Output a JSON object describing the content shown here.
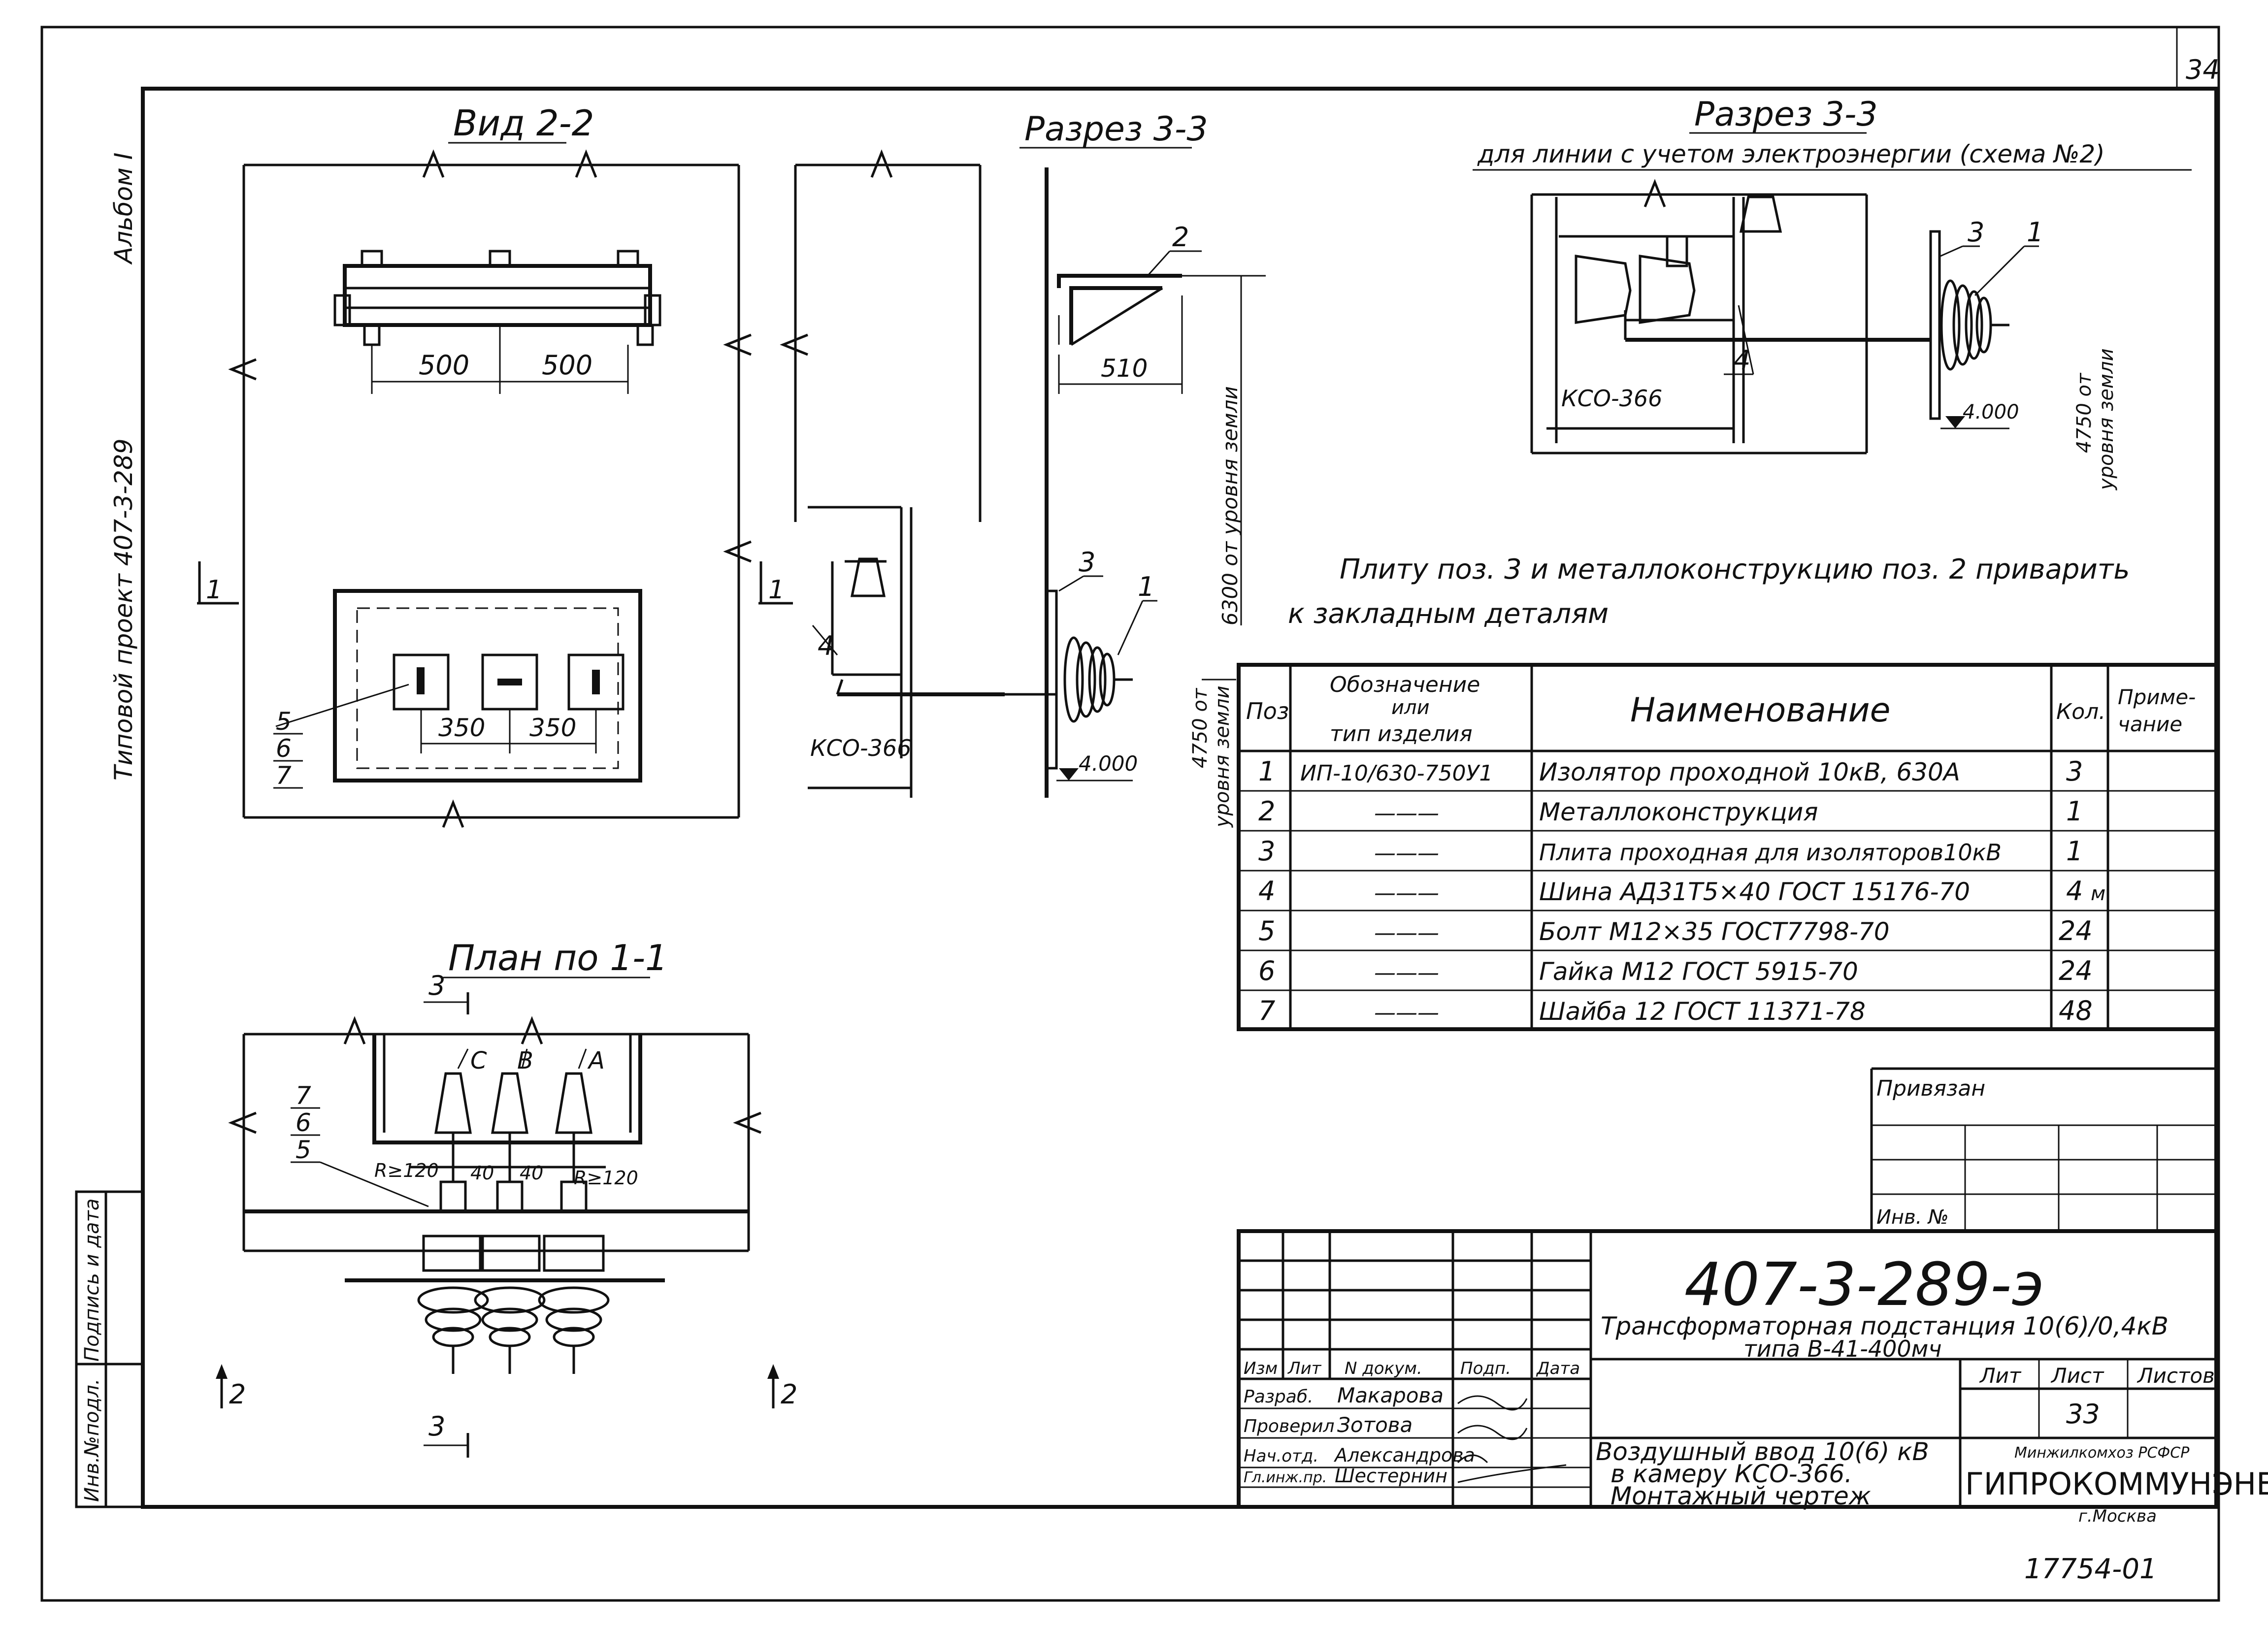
{
  "sheet_corner_number": "34",
  "side_stamps": {
    "album": "Альбом I",
    "project": "Типовой проект 407-3-289",
    "signature_date": "Подпись и дата",
    "inventory_original": "Инв.№подл."
  },
  "views": {
    "view_2_2": {
      "title": "Вид 2-2",
      "dim_a": "500",
      "dim_b": "500",
      "dim_c": "350",
      "dim_d": "350",
      "callouts": [
        "5",
        "6",
        "7"
      ],
      "section_mark": "1"
    },
    "section_3_3": {
      "title": "Разрез 3-3",
      "dim_510": "510",
      "label_kso": "КСО-366",
      "level_mark": "4.000",
      "height_6300": "6300 от уровня земли",
      "height_4750_top": "4750 от",
      "height_4750_bottom": "уровня земли",
      "callouts": [
        "1",
        "2",
        "3",
        "4"
      ],
      "section_mark": "1"
    },
    "section_3_3_scheme2": {
      "title": "Разрез 3-3",
      "subtitle": "для линии с учетом электроэнергии (схема №2)",
      "label_kso": "КСО-366",
      "level_mark": "4.000",
      "height_4750_top": "4750 от",
      "height_4750_bottom": "уровня земли",
      "callouts": [
        "1",
        "3",
        "4"
      ]
    },
    "plan_1_1": {
      "title": "План по 1-1",
      "phases": [
        "C",
        "B",
        "A"
      ],
      "radius_left": "R≥120",
      "radius_right": "R≥120",
      "gap_left": "40",
      "gap_right": "40",
      "callouts": [
        "7",
        "6",
        "5"
      ],
      "section_mark_top": "3",
      "section_mark_bottom": "3",
      "view_mark_left": "2",
      "view_mark_right": "2"
    }
  },
  "note": {
    "line1": "Плиту поз. 3 и металлоконструкцию поз. 2  приварить",
    "line2": "к  закладным   деталям"
  },
  "spec_table": {
    "headers": {
      "pos": "Поз",
      "designation_l1": "Обозначение",
      "designation_l2": "или",
      "designation_l3": "тип  изделия",
      "name": "Наименование",
      "qty": "Кол.",
      "note_l1": "Приме-",
      "note_l2": "чание"
    },
    "rows": [
      {
        "pos": "1",
        "designation": "ИП-10/630-750У1",
        "name": "Изолятор проходной 10кВ, 630А",
        "qty": "3",
        "note": ""
      },
      {
        "pos": "2",
        "designation": "———",
        "name": "Металлоконструкция",
        "qty": "1",
        "note": ""
      },
      {
        "pos": "3",
        "designation": "———",
        "name": "Плита проходная для изоляторов10кВ",
        "qty": "1",
        "note": ""
      },
      {
        "pos": "4",
        "designation": "———",
        "name": "Шина АД31Т5×40  ГОСТ 15176-70",
        "qty": "4",
        "note": "м"
      },
      {
        "pos": "5",
        "designation": "———",
        "name": "Болт М12×35  ГОСТ7798-70",
        "qty": "24",
        "note": ""
      },
      {
        "pos": "6",
        "designation": "———",
        "name": "Гайка М12  ГОСТ 5915-70",
        "qty": "24",
        "note": ""
      },
      {
        "pos": "7",
        "designation": "———",
        "name": "Шайба 12  ГОСТ 11371-78",
        "qty": "48",
        "note": ""
      }
    ]
  },
  "binding_box": {
    "label": "Привязан",
    "inventory": "Инв. №"
  },
  "title_block": {
    "document_code": "407-3-289-э",
    "title_l1": "Трансформаторная подстанция 10(6)/0,4кВ",
    "title_l2": "типа В-41-400мч",
    "sheet_title_l1": "Воздушный ввод 10(6) кВ",
    "sheet_title_l2": "в камеру КСО-366.",
    "sheet_title_l3": "Монтажный  чертеж",
    "col_headers": [
      "Изм",
      "Лит",
      "N докум.",
      "Подп.",
      "Дата"
    ],
    "roles": [
      {
        "role": "Разраб.",
        "name": "Макарова"
      },
      {
        "role": "Проверил",
        "name": "Зотова"
      },
      {
        "role": "Нач.отд.",
        "name": "Александрова"
      },
      {
        "role": "Гл.инж.пр.",
        "name": "Шестернин"
      }
    ],
    "stage_headers": {
      "stage": "Лит",
      "sheet": "Лист",
      "sheets": "Листов"
    },
    "sheet_number": "33",
    "org_top": "Минжилкомхоз РСФСР",
    "org_name": "ГИПРОКОММУНЭНЕРГО",
    "org_city": "г.Москва"
  },
  "archive_number": "17754-01"
}
